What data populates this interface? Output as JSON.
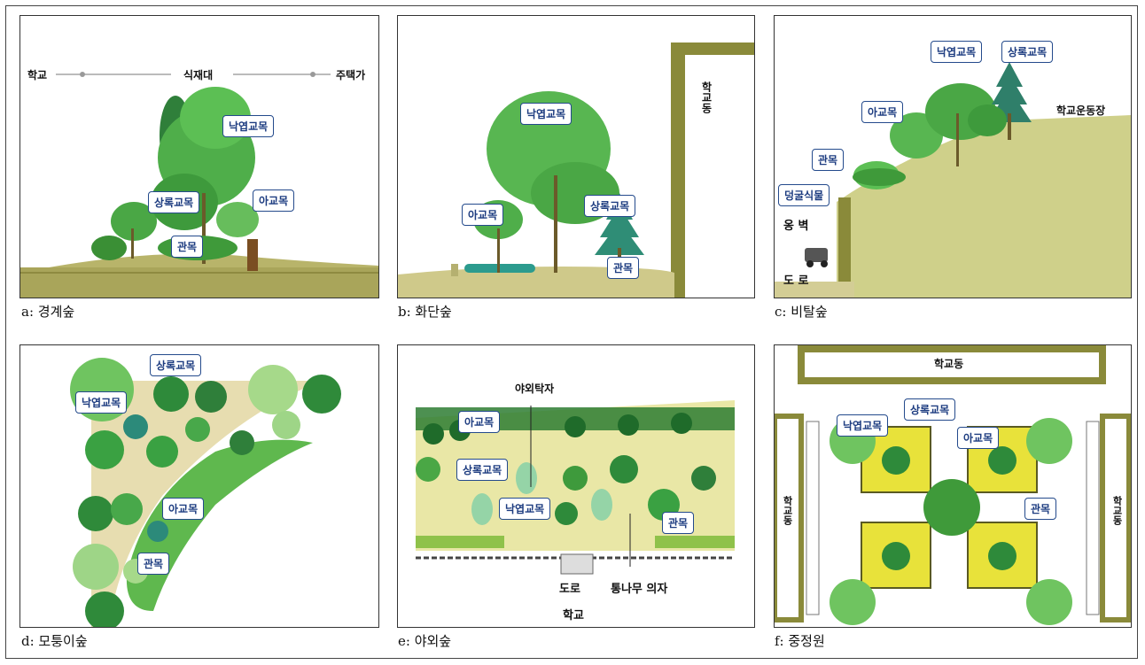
{
  "panels": [
    {
      "caption": "a: 경계숲",
      "profile": {
        "left": "학교",
        "center": "식재대",
        "right": "주택가"
      },
      "labels": {
        "deciduous_tall": "낙엽교목",
        "evergreen_tall": "상록교목",
        "small_tree": "아교목",
        "shrub": "관목"
      }
    },
    {
      "caption": "b: 화단숲",
      "building": "학교동",
      "labels": {
        "deciduous_tall": "낙엽교목",
        "small_tree": "아교목",
        "evergreen_tall": "상록교목",
        "shrub": "관목"
      }
    },
    {
      "caption": "c: 비탈숲",
      "labels": {
        "deciduous_tall": "낙엽교목",
        "evergreen_tall": "상록교목",
        "small_tree": "아교목",
        "shrub": "관목",
        "vine": "덩굴식물"
      },
      "places": {
        "playground": "학교운동장",
        "retaining_wall": "옹 벽",
        "road": "도 로"
      }
    },
    {
      "caption": "d: 모퉁이숲",
      "labels": {
        "evergreen_tall": "상록교목",
        "deciduous_tall": "낙엽교목",
        "small_tree": "아교목",
        "shrub": "관목"
      }
    },
    {
      "caption": "e: 야외숲",
      "labels": {
        "small_tree": "아교목",
        "evergreen_tall": "상록교목",
        "deciduous_tall": "낙엽교목",
        "shrub": "관목"
      },
      "places": {
        "picnic_table": "야외탁자",
        "road": "도로",
        "log_bench": "통나무 의자",
        "school": "학교"
      }
    },
    {
      "caption": "f: 중정원",
      "building_top": "학교동",
      "labels": {
        "deciduous_tall": "낙엽교목",
        "evergreen_tall": "상록교목",
        "small_tree": "아교목",
        "shrub": "관목"
      },
      "building_left": "학교동",
      "building_right": "학교동"
    }
  ],
  "colors": {
    "label_border": "#244a8c",
    "label_text": "#1d3c80",
    "foliage": "#3f9a3a",
    "ground": "#cfcf7a"
  }
}
